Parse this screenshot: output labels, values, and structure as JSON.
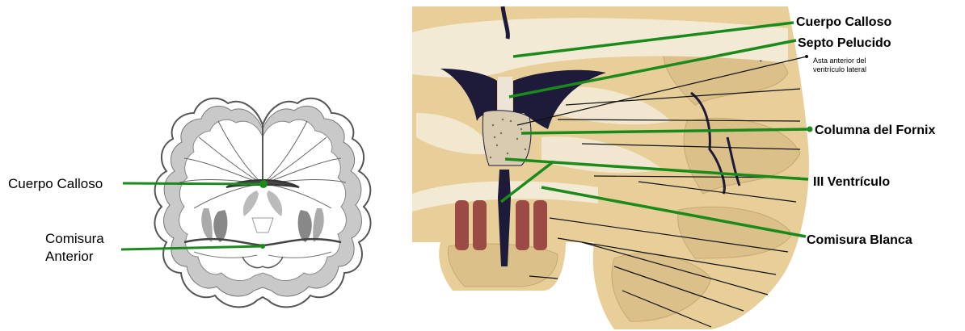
{
  "left_panel": {
    "labels": {
      "cuerpo_calloso": "Cuerpo Calloso",
      "comisura_anterior_line1": "Comisura",
      "comisura_anterior_line2": "Anterior"
    }
  },
  "right_panel": {
    "labels": {
      "cuerpo_calloso": "Cuerpo Calloso",
      "septo_pelucido": "Septo Pelucido",
      "asta_anterior_line1": "Asta anterior del",
      "asta_anterior_line2": "ventrículo lateral",
      "columna_fornix": "Columna del Fornix",
      "iii_ventriculo": "III Ventrículo",
      "comisura_blanca": "Comisura Blanca"
    }
  },
  "colors": {
    "leader_line": "#1a8a1a",
    "tissue_beige": "#e8cf9a",
    "white_matter": "#f3ead6",
    "ventricle_dark": "#1e1a3a",
    "red_nucleus": "#9c4a44"
  }
}
